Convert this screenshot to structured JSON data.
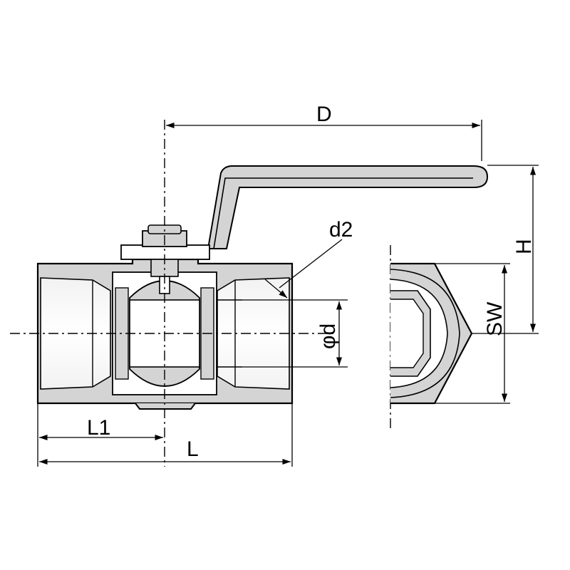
{
  "figure": {
    "labels": {
      "D": "D",
      "H": "H",
      "d2": "d2",
      "phi_d": "φd",
      "SW": "SW",
      "L1": "L1",
      "L": "L"
    },
    "colors": {
      "line": "#000000",
      "body_fill": "#d4d4d4",
      "body_shade": "#bdbdbd",
      "background": "#ffffff"
    }
  }
}
